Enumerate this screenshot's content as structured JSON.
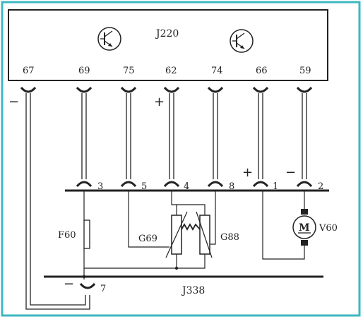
{
  "frame_color": "#3cb8c0",
  "line_color": "#222222",
  "ecu": {
    "label": "J220",
    "transistor_icons": [
      "transistor-icon",
      "transistor-icon"
    ],
    "pins": [
      "67",
      "69",
      "75",
      "62",
      "74",
      "66",
      "59"
    ],
    "signs": {
      "minus": "−",
      "plus": "+"
    }
  },
  "connector": {
    "pins": [
      "3",
      "5",
      "4",
      "8",
      "1",
      "2"
    ],
    "signs": {
      "plus": "+",
      "minus": "−"
    }
  },
  "components": {
    "fuse": "F60",
    "sensor_a": "G69",
    "sensor_b": "G88",
    "motor": "V60",
    "motor_symbol": "M"
  },
  "ground": {
    "label": "J338",
    "pin": "7",
    "sign": "−"
  }
}
